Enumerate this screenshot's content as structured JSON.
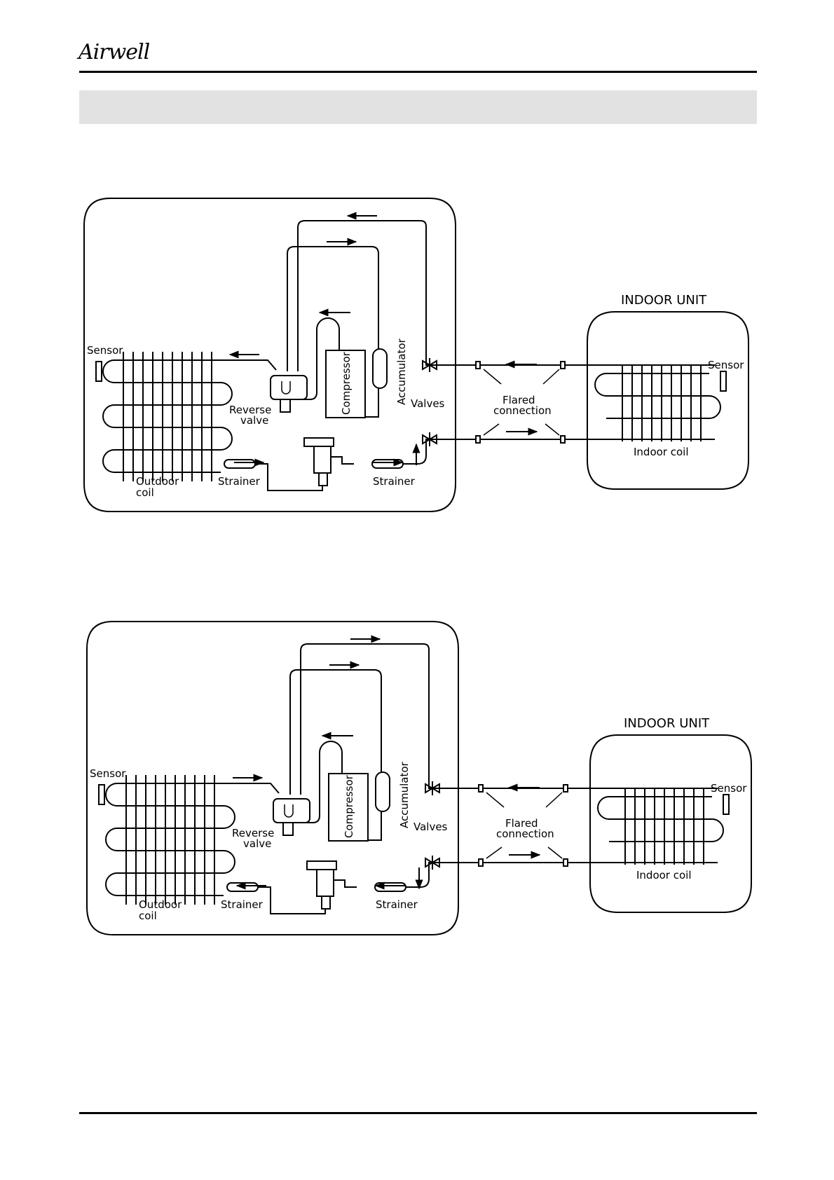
{
  "brand": {
    "logo_text": "Airwell"
  },
  "diagrams": [
    {
      "id": "cooling",
      "flow": "cooling",
      "labels": {
        "sensor_outdoor": "Sensor",
        "reverse_valve_1": "Reverse",
        "reverse_valve_2": "valve",
        "compressor": "Compressor",
        "accumulator": "Accumulator",
        "valves": "Valves",
        "flared_1": "Flared",
        "flared_2": "connection",
        "indoor_unit": "INDOOR UNIT",
        "sensor_indoor": "Sensor",
        "indoor_coil": "Indoor coil",
        "outdoor_coil_1": "Outdoor",
        "outdoor_coil_2": "coil",
        "strainer_left": "Strainer",
        "strainer_right": "Strainer"
      }
    },
    {
      "id": "heating",
      "flow": "heating",
      "labels": {
        "sensor_outdoor": "Sensor",
        "reverse_valve_1": "Reverse",
        "reverse_valve_2": "valve",
        "compressor": "Compressor",
        "accumulator": "Accumulator",
        "valves": "Valves",
        "flared_1": "Flared",
        "flared_2": "connection",
        "indoor_unit": "INDOOR UNIT",
        "sensor_indoor": "Sensor",
        "indoor_coil": "Indoor coil",
        "outdoor_coil_1": "Outdoor",
        "outdoor_coil_2": "coil",
        "strainer_left": "Strainer",
        "strainer_right": "Strainer"
      }
    }
  ]
}
